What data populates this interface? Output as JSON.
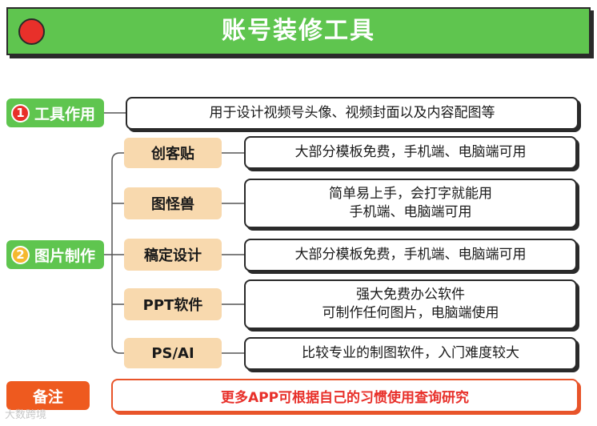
{
  "title": "账号装修工具",
  "section1": {
    "number": "1",
    "label": "工具作用",
    "description": "用于设计视频号头像、视频封面以及内容配图等"
  },
  "section2": {
    "number": "2",
    "label": "图片制作",
    "tools": [
      {
        "name": "创客贴",
        "lines": [
          "大部分模板免费，手机端、电脑端可用"
        ]
      },
      {
        "name": "图怪兽",
        "lines": [
          "简单易上手，会打字就能用",
          "手机端、电脑端可用"
        ]
      },
      {
        "name": "稿定设计",
        "lines": [
          "大部分模板免费，手机端、电脑端可用"
        ]
      },
      {
        "name": "PPT软件",
        "lines": [
          "强大免费办公软件",
          "可制作任何图片，电脑端使用"
        ]
      },
      {
        "name": "PS/AI",
        "lines": [
          "比较专业的制图软件，入门难度较大"
        ]
      }
    ]
  },
  "note": {
    "label": "备注",
    "text": "更多APP可根据自己的习惯使用查询研究"
  },
  "watermark": "大数跨境",
  "colors": {
    "green": "#5fc54f",
    "red": "#e8302a",
    "orange": "#ee5a1f",
    "tool_fill": "#f8d9ae",
    "number2": "#f5b82e"
  }
}
